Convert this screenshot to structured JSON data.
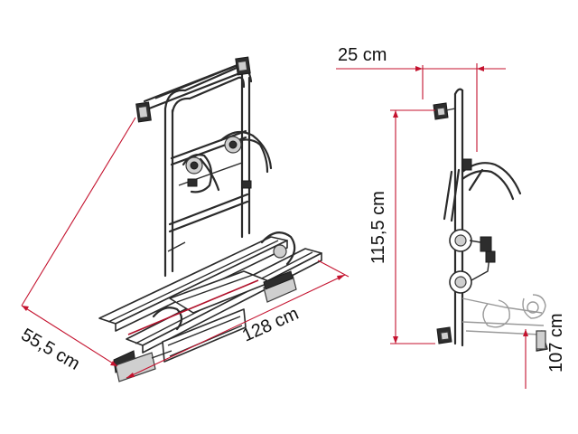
{
  "dimensions": {
    "depth_top": "25 cm",
    "height_total": "115,5 cm",
    "width_total": "128 cm",
    "depth_platform": "55,5 cm",
    "height_platform": "107 cm"
  },
  "colors": {
    "dimension_line": "#c4122e",
    "drawing_line": "#2b2b2b",
    "background": "#ffffff"
  }
}
